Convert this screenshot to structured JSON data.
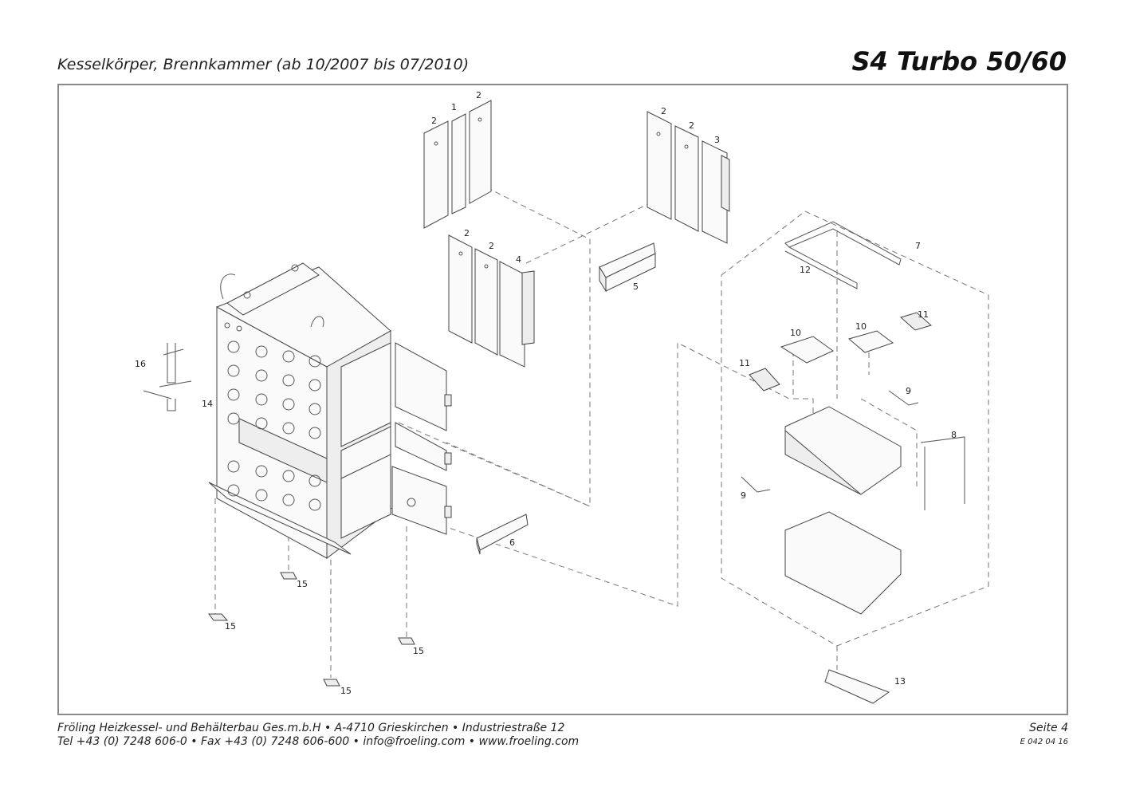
{
  "header": {
    "subtitle": "Kesselkörper, Brennkammer (ab 10/2007 bis 07/2010)",
    "title": "S4 Turbo 50/60"
  },
  "labels": {
    "l2a": "2",
    "l1": "1",
    "l2b": "2",
    "l2c": "2",
    "l2d": "2",
    "l3": "3",
    "l2e": "2",
    "l2f": "2",
    "l4": "4",
    "l5": "5",
    "l6": "6",
    "l7": "7",
    "l8": "8",
    "l9a": "9",
    "l9b": "9",
    "l10a": "10",
    "l10b": "10",
    "l11a": "11",
    "l11b": "11",
    "l12": "12",
    "l13": "13",
    "l14": "14",
    "l15a": "15",
    "l15b": "15",
    "l15c": "15",
    "l15d": "15",
    "l16": "16"
  },
  "footer": {
    "line1": "Fröling Heizkessel- und Behälterbau Ges.m.b.H   •   A-4710 Grieskirchen   •   Industriestraße 12",
    "line2": "Tel +43 (0) 7248 606-0   •   Fax +43 (0) 7248 606-600   •   info@froeling.com   •   www.froeling.com",
    "page": "Seite 4",
    "code": "E 042 04 16"
  }
}
